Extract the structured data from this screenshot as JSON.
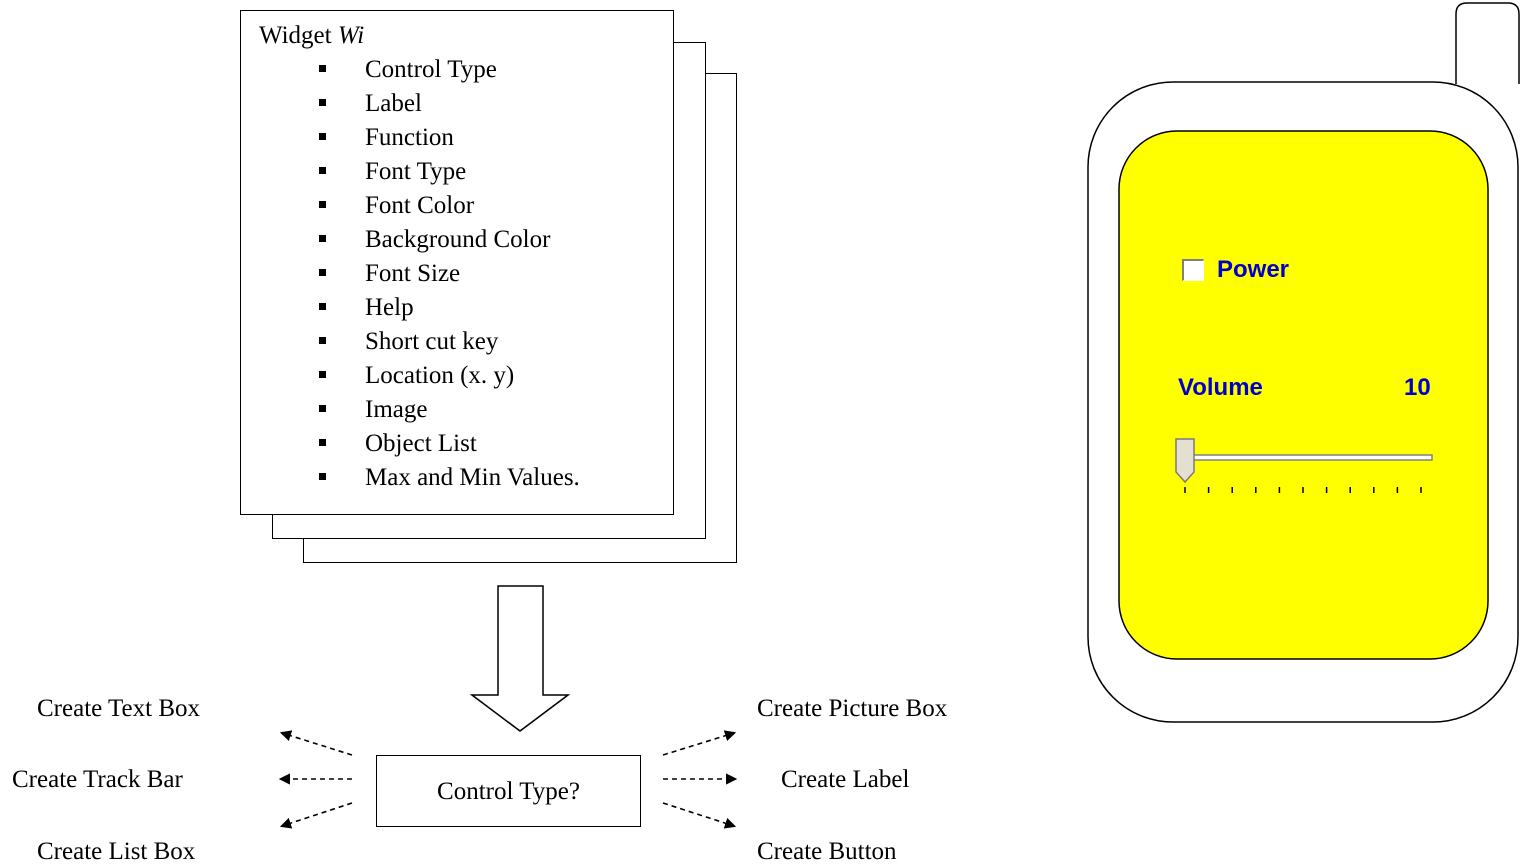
{
  "widget": {
    "title_prefix": "Widget",
    "title_var": "Wi",
    "properties": [
      "Control Type",
      "Label",
      "Function",
      "Font Type",
      "Font Color",
      "Background Color",
      "Font Size",
      "Help",
      "Short cut key",
      "Location (x. y)",
      "Image",
      "Object List",
      "Max and Min Values."
    ]
  },
  "decision": {
    "label": "Control Type?"
  },
  "outcomes": {
    "left": [
      "Create Text Box",
      "Create Track Bar",
      "Create List Box"
    ],
    "right": [
      "Create Picture Box",
      "Create Label",
      "Create Button"
    ]
  },
  "phone": {
    "screen_color": "#ffff00",
    "text_color": "#0000cc",
    "power_label": "Power",
    "power_checked": false,
    "volume_label": "Volume",
    "volume_value": "10",
    "slider_fraction": 0,
    "tick_count": 11
  }
}
